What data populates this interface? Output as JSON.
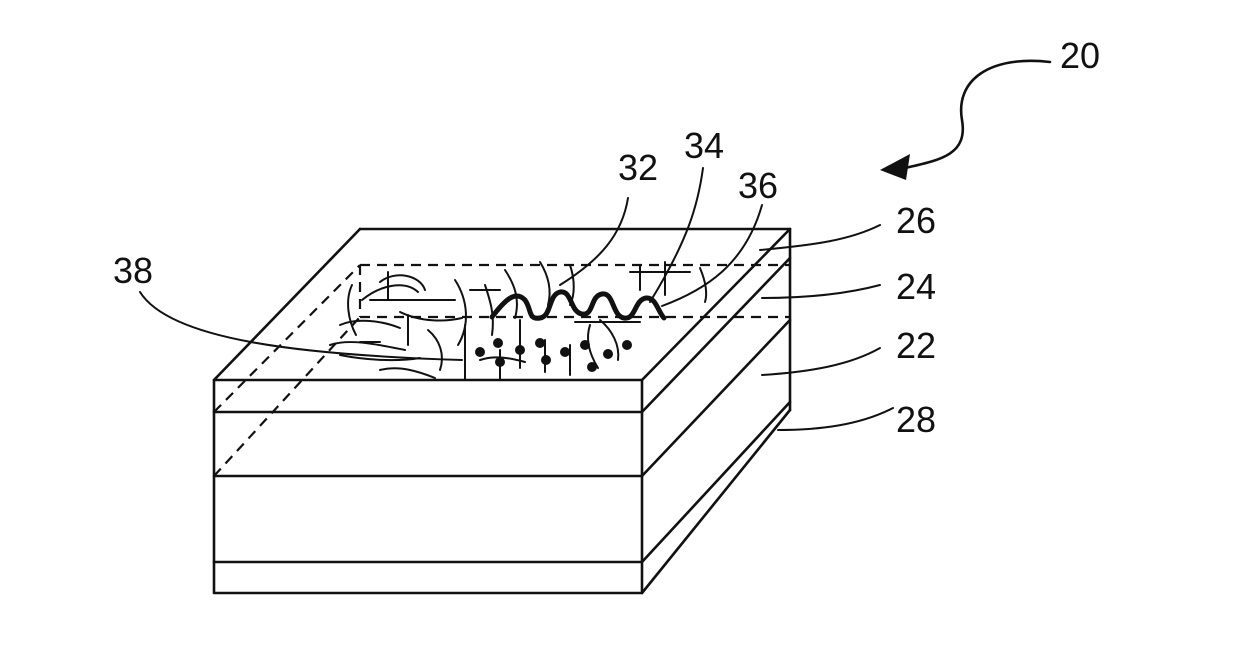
{
  "figure": {
    "reference_numerals": {
      "device": "20",
      "substrate": "22",
      "layer_24": "24",
      "layer_26": "26",
      "layer_28": "28",
      "element_32": "32",
      "element_34": "34",
      "element_36": "36",
      "element_38": "38"
    }
  }
}
